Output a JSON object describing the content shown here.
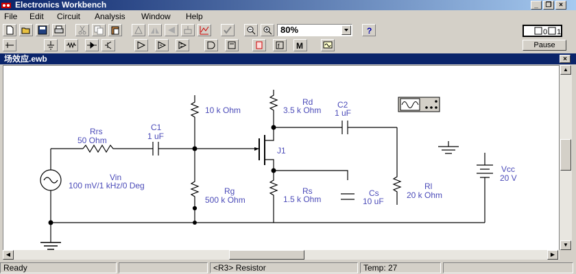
{
  "app": {
    "title": "Electronics Workbench"
  },
  "menu": [
    "File",
    "Edit",
    "Circuit",
    "Analysis",
    "Window",
    "Help"
  ],
  "zoom": "80%",
  "pause_label": "Pause",
  "document": {
    "title": "场效应.ewb"
  },
  "components": {
    "rrs": {
      "name": "Rrs",
      "value": "50  Ohm"
    },
    "c1": {
      "name": "C1",
      "value": "1 uF"
    },
    "vin": {
      "name": "Vin",
      "value": "100 mV/1 kHz/0 Deg"
    },
    "r_top": {
      "value": "10 k Ohm"
    },
    "rg": {
      "name": "Rg",
      "value": "500 k Ohm"
    },
    "rd": {
      "name": "Rd",
      "value": "3.5 k Ohm"
    },
    "c2": {
      "name": "C2",
      "value": "1 uF"
    },
    "j1": {
      "name": "J1"
    },
    "rs": {
      "name": "Rs",
      "value": "1.5 k Ohm"
    },
    "cs": {
      "name": "Cs",
      "value": "10 uF"
    },
    "rl": {
      "name": "Rl",
      "value": "20 k Ohm"
    },
    "vcc": {
      "name": "Vcc",
      "value": "20 V"
    }
  },
  "status": {
    "ready": "Ready",
    "selection": "<R3> Resistor",
    "temp": "Temp:  27"
  }
}
